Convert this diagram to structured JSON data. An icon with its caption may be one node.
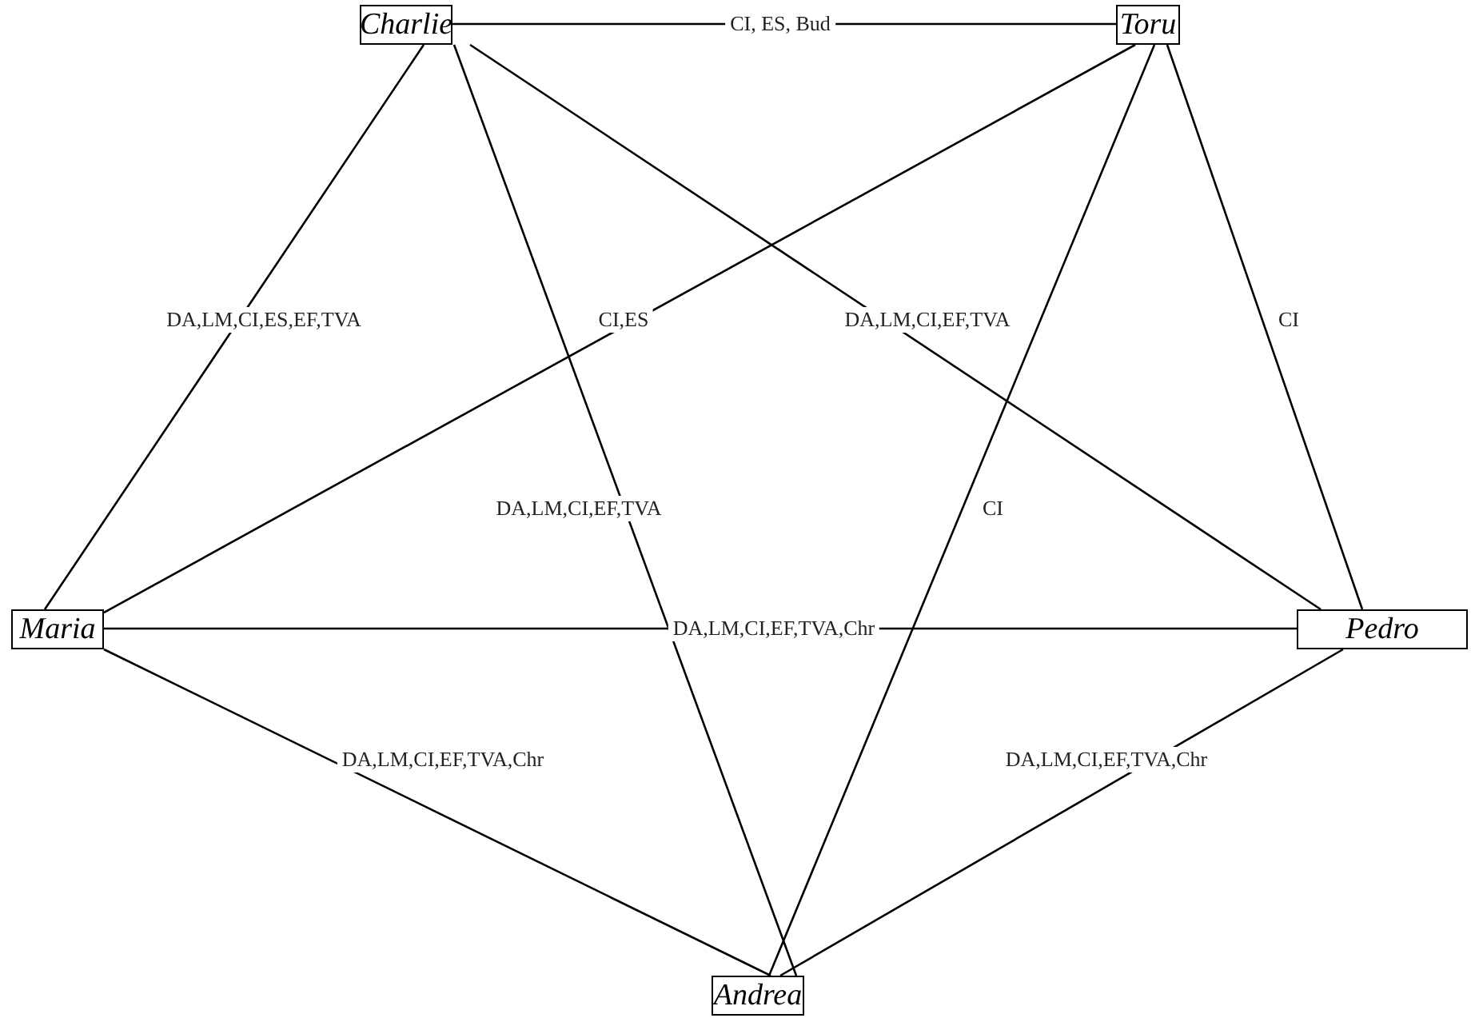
{
  "diagram": {
    "nodes": [
      {
        "text": [
          "Charlie"
        ]
      },
      {
        "text": [
          "Toru"
        ]
      },
      {
        "text": [
          "Maria"
        ]
      },
      {
        "text": [
          "Pedro"
        ]
      },
      {
        "text": [
          "Andrea"
        ]
      }
    ],
    "edges": [
      {
        "from": 0,
        "to": 1,
        "arrow": "none",
        "label": "CI, ES, Bud"
      },
      {
        "from": 0,
        "to": 2,
        "arrow": "none",
        "label": "DA,LM,CI,ES,EF,TVA"
      },
      {
        "from": 0,
        "to": 4,
        "arrow": "none",
        "label": "DA,LM,CI,EF,TVA"
      },
      {
        "from": 0,
        "to": 3,
        "arrow": "none",
        "label": "DA,LM,CI,EF,TVA"
      },
      {
        "from": 1,
        "to": 2,
        "arrow": "none",
        "label": "CI,ES"
      },
      {
        "from": 1,
        "to": 4,
        "arrow": "none",
        "label": "CI"
      },
      {
        "from": 1,
        "to": 3,
        "arrow": "none",
        "label": "CI"
      },
      {
        "from": 2,
        "to": 3,
        "arrow": "none",
        "label": "DA,LM,CI,EF,TVA,Chr"
      },
      {
        "from": 2,
        "to": 4,
        "arrow": "none",
        "label": "DA,LM,CI,EF,TVA,Chr"
      },
      {
        "from": 3,
        "to": 4,
        "arrow": "none",
        "label": "DA,LM,CI,EF,TVA,Chr"
      }
    ]
  }
}
